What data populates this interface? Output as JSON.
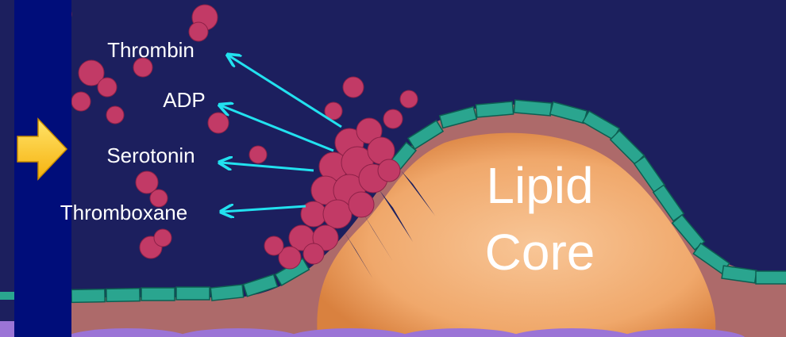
{
  "mediators": [
    {
      "id": "thrombin",
      "label": "Thrombin"
    },
    {
      "id": "adp",
      "label": "ADP"
    },
    {
      "id": "serotonin",
      "label": "Serotonin"
    },
    {
      "id": "thromboxane",
      "label": "Thromboxane"
    }
  ],
  "lipid_core": {
    "line1": "Lipid",
    "line2": "Core"
  },
  "colors": {
    "background": "#1c1f5e",
    "side_panel": "#000d7a",
    "arrow_lines": "#22e1ef",
    "platelet": "#c23a66",
    "endothelium": "#2aa58f",
    "vessel_wall": "#ad6a6a",
    "lipid_core": "#f0b07b",
    "pointer_arrow": "#ffd23a"
  },
  "icons": {
    "pointer": "yellow-right-arrow-icon"
  }
}
